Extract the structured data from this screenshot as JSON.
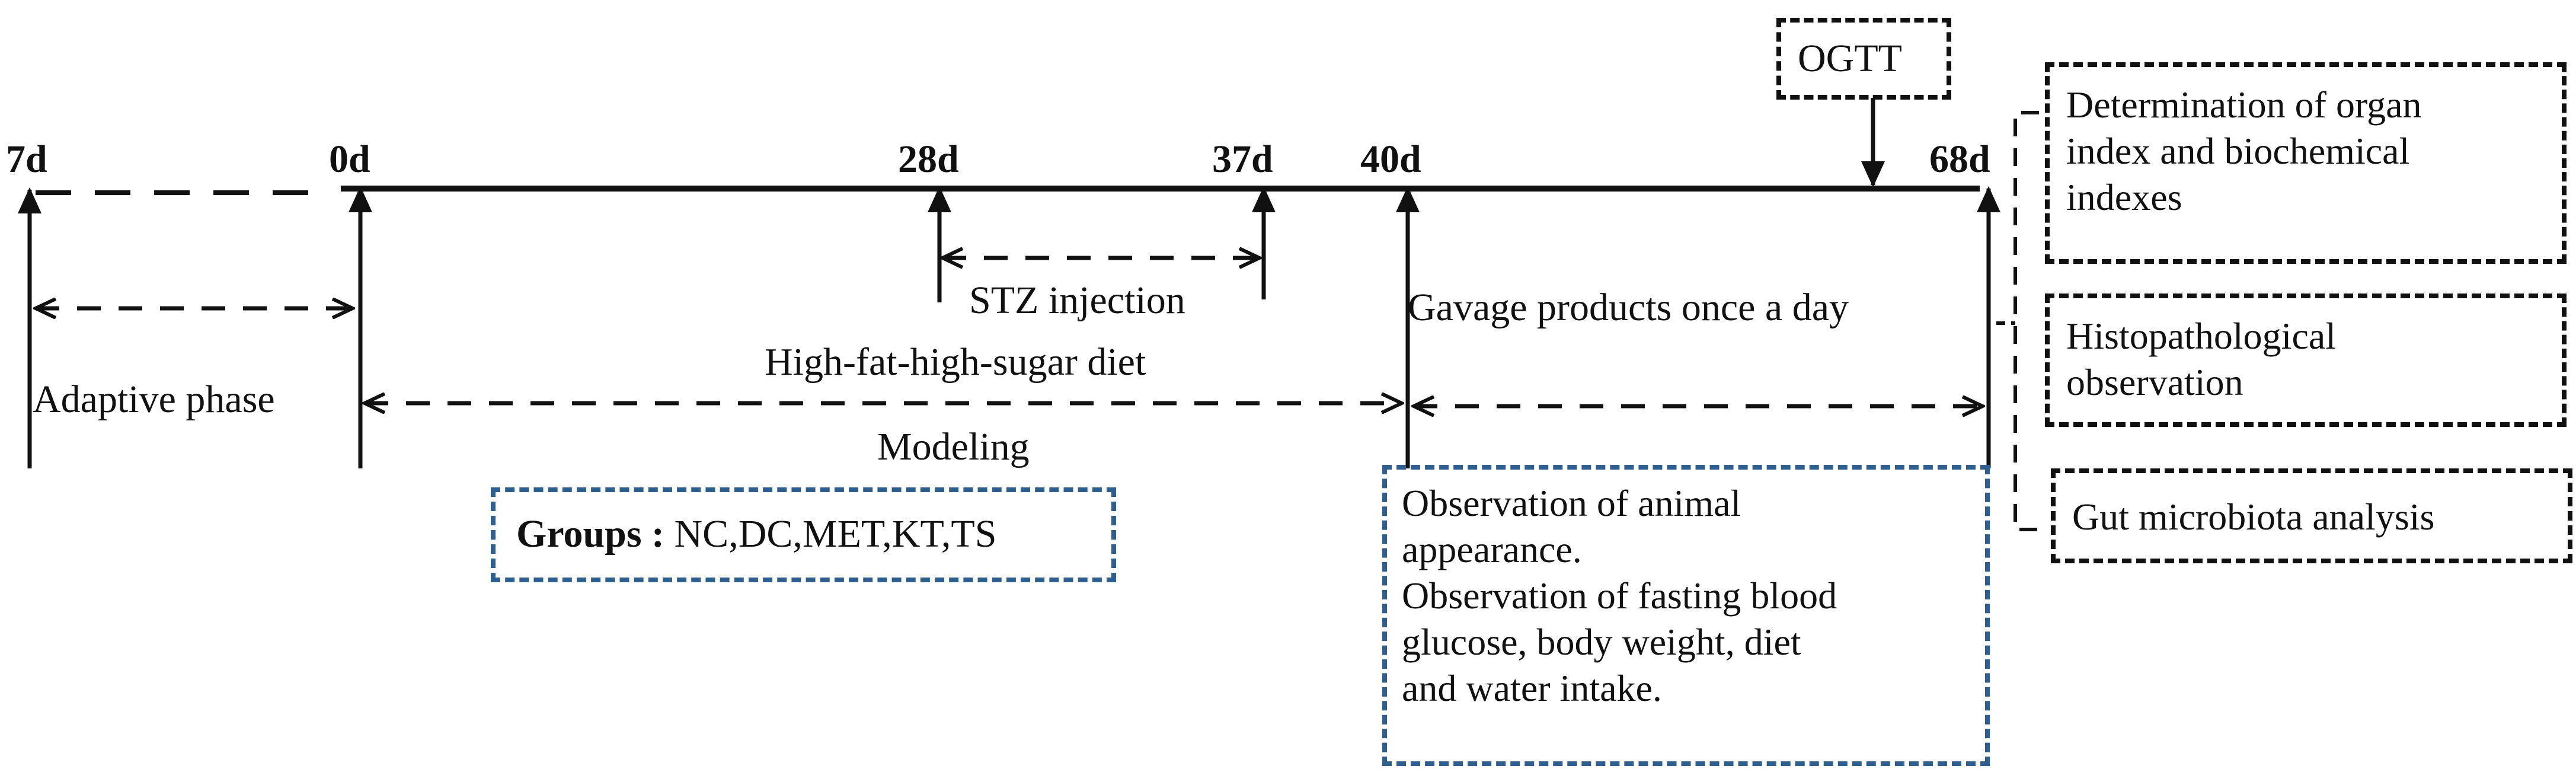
{
  "timeline": {
    "ticks": [
      "7d",
      "0d",
      "28d",
      "37d",
      "40d",
      "68d"
    ],
    "phases": {
      "adaptive": "Adaptive phase",
      "stz": "STZ injection",
      "diet": "High-fat-high-sugar diet",
      "modeling": "Modeling",
      "gavage": "Gavage products once a day"
    }
  },
  "boxes": {
    "ogtt": "OGTT",
    "groups_label": "Groups :",
    "groups_value": "NC,DC,MET,KT,TS",
    "observation_lines": [
      "Observation of animal",
      "appearance.",
      "Observation of fasting blood",
      "glucose, body weight, diet",
      "and water intake."
    ],
    "end_points": [
      [
        "Determination of organ",
        "index and biochemical",
        "indexes"
      ],
      [
        "Histopathological",
        "observation"
      ],
      [
        "Gut microbiota analysis"
      ]
    ]
  },
  "colors": {
    "line": "#111111",
    "blue_box": "#2f5f8f"
  }
}
